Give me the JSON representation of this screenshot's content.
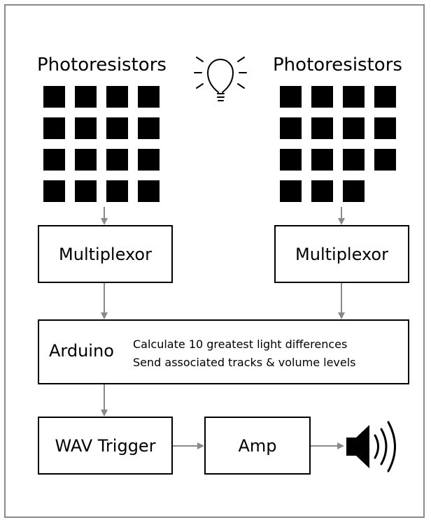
{
  "left_sensors": {
    "label": "Photoresistors",
    "cells": 16
  },
  "right_sensors": {
    "label": "Photoresistors",
    "cells": 15
  },
  "left_mux": {
    "label": "Multiplexor"
  },
  "right_mux": {
    "label": "Multiplexor"
  },
  "arduino": {
    "label": "Arduino",
    "line1": "Calculate 10 greatest light differences",
    "line2": "Send associated tracks & volume levels"
  },
  "wav_trigger": {
    "label": "WAV Trigger"
  },
  "amp": {
    "label": "Amp"
  },
  "icons": {
    "light": "light-bulb-icon",
    "speaker": "speaker-icon"
  },
  "colors": {
    "arrow": "#8a8a8a",
    "frame": "#8a8a8a",
    "ink": "#000000"
  }
}
